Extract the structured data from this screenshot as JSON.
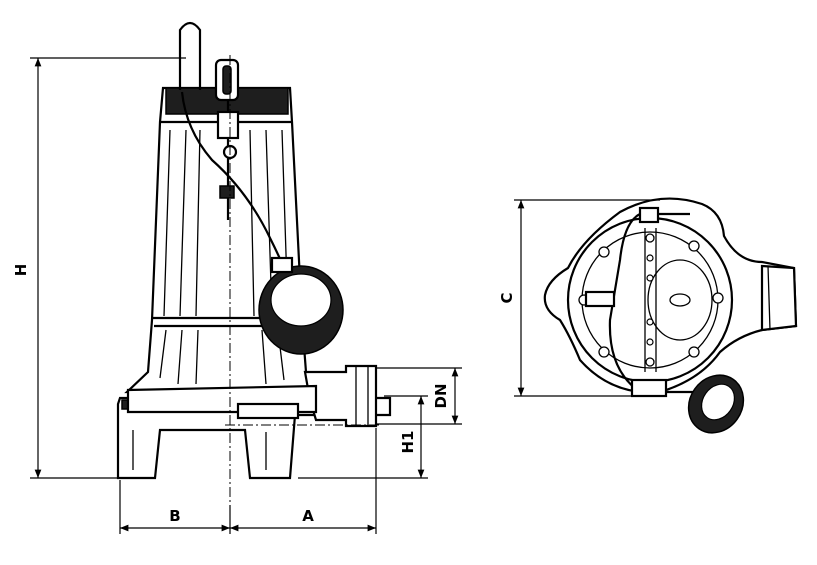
{
  "dimensions": {
    "H": "H",
    "B": "B",
    "A": "A",
    "DN": "DN",
    "H1": "H1",
    "C": "C"
  },
  "colors": {
    "line": "#000000",
    "background": "#ffffff",
    "fill_dark": "#1e1e1e"
  }
}
